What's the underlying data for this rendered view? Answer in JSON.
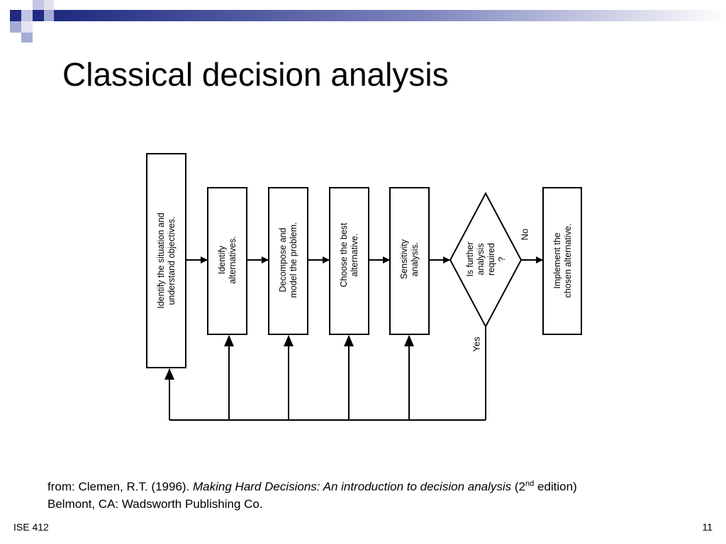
{
  "slide": {
    "title": "Classical decision analysis",
    "footer_left": "ISE 412",
    "page_number": "11"
  },
  "theme": {
    "navy": "#1f2a80",
    "lavender": "#a6abd4",
    "line": "#000000"
  },
  "diagram": {
    "nodes": [
      {
        "id": "n1",
        "lines": [
          "Identify the situation and",
          "understand objectives."
        ]
      },
      {
        "id": "n2",
        "lines": [
          "Identify",
          "alternatives."
        ]
      },
      {
        "id": "n3",
        "lines": [
          "Decompose and",
          "model the problem."
        ]
      },
      {
        "id": "n4",
        "lines": [
          "Choose the best",
          "alternative."
        ]
      },
      {
        "id": "n5",
        "lines": [
          "Sensitivity",
          "analysis."
        ]
      },
      {
        "id": "n6",
        "lines": [
          "Is further",
          "analysis",
          "required",
          "?"
        ]
      },
      {
        "id": "n7",
        "lines": [
          "Implement the",
          "chosen alternative."
        ]
      }
    ],
    "edge_labels": {
      "no": "No",
      "yes": "Yes"
    }
  },
  "citation": {
    "prefix": "from: Clemen, R.T. (1996). ",
    "book_title": "Making Hard Decisions: An introduction to decision analysis",
    "edition_pre": " (2",
    "edition_sup": "nd",
    "edition_post": " edition)",
    "line2": "Belmont, CA: Wadsworth Publishing Co."
  }
}
